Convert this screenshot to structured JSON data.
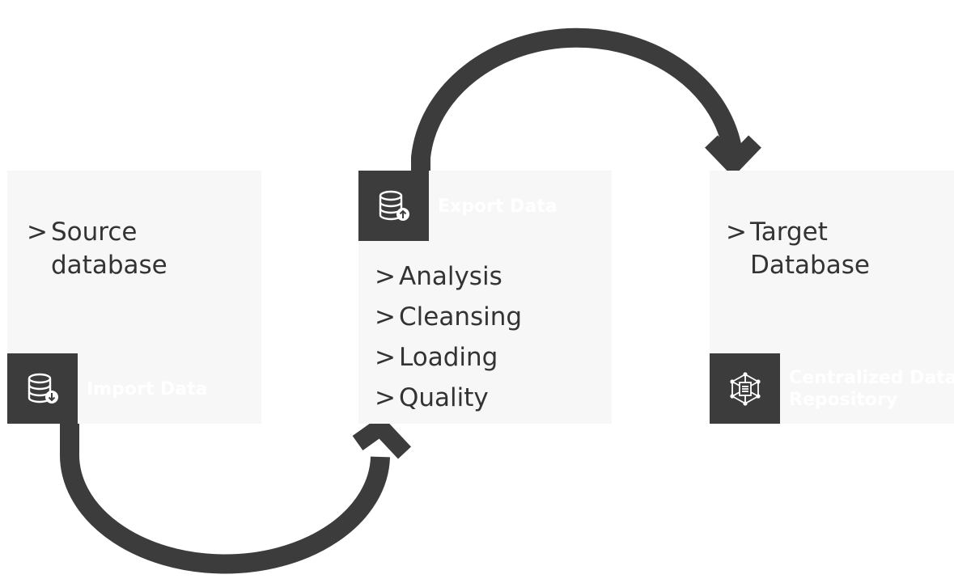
{
  "source": {
    "lines": [
      "Source",
      "database"
    ],
    "caption": "Import Data",
    "icon": "database-download-icon"
  },
  "export": {
    "caption": "Export Data",
    "icon": "database-upload-icon",
    "items": [
      "Analysis",
      "Cleansing",
      "Loading",
      "Quality"
    ]
  },
  "target": {
    "lines": [
      "Target",
      "Database"
    ],
    "caption_lines": [
      "Centralized Data",
      "Repository"
    ],
    "icon": "network-hub-icon"
  },
  "colors": {
    "panel": "#f6f7f6",
    "icon_box": "#3c3c3c",
    "arrow": "#3c3c3c",
    "text": "#333333"
  }
}
